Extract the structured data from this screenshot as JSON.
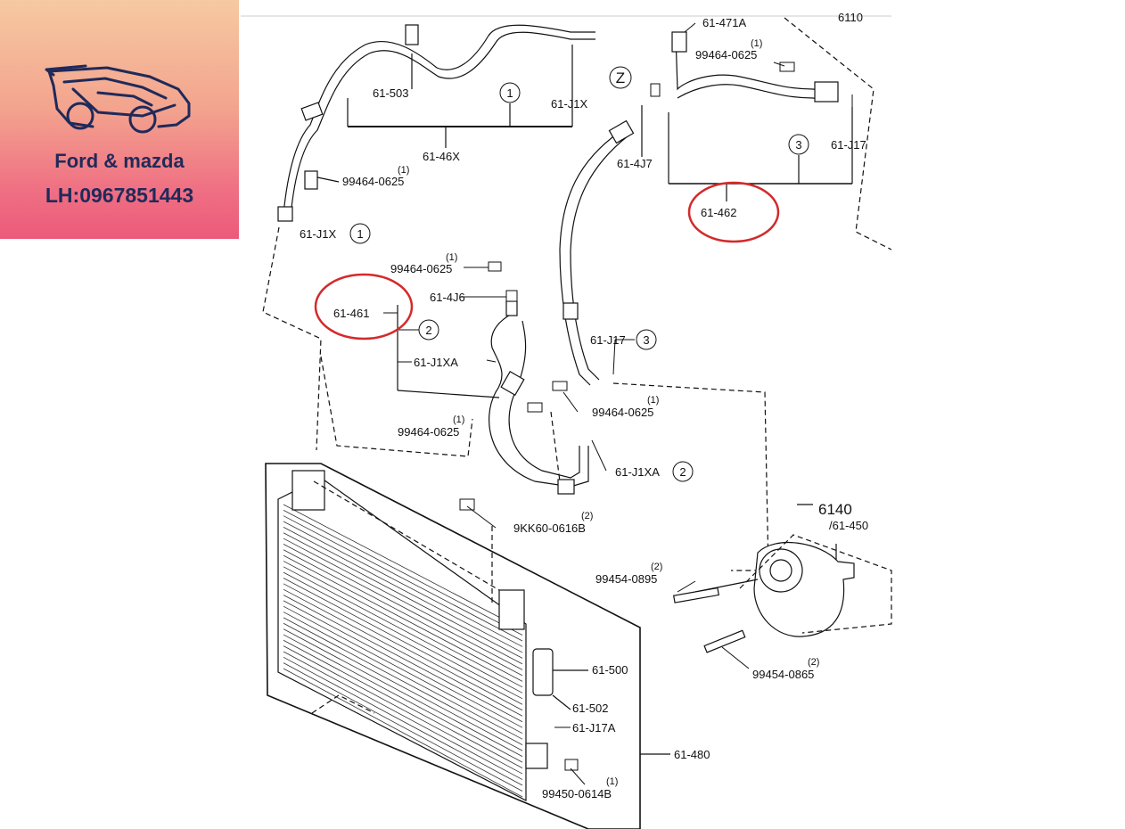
{
  "brand": {
    "line1": "Ford & mazda",
    "line2": "LH:0967851443",
    "logo_icon": "sports-car-icon",
    "gradient_top": "#f6c9a1",
    "gradient_bottom": "#ec5a7b",
    "text_color": "#1f2a5a"
  },
  "diagram": {
    "highlight_color": "#d42a2a",
    "labels": {
      "p61_503": "61-503",
      "p61_46x": "61-46X",
      "p61_j1x_top": "61-J1X",
      "p61_j1x_left": "61-J1X",
      "p99464_a": "99464-0625",
      "p99464_b": "99464-0625",
      "p99464_c": "99464-0625",
      "p99464_d": "99464-0625",
      "p99464_e": "99464-0625",
      "p61_471a": "61-471A",
      "p6110": "6110",
      "p61_4j7": "61-4J7",
      "p61_j17_top": "61-J17",
      "p61_462": "61-462",
      "p61_4j6": "61-4J6",
      "p61_461": "61-461",
      "p61_j1xa_left": "61-J1XA",
      "p61_j17_mid": "61-J17",
      "p61_j1xa_right": "61-J1XA",
      "p9kk60": "9KK60-0616B",
      "p6140": "6140",
      "p61_450": "/61-450",
      "p99454_a": "99454-0895",
      "p99454_b": "99454-0865",
      "p61_500": "61-500",
      "p61_502": "61-502",
      "p61_j17a": "61-J17A",
      "p61_480": "61-480",
      "p99450": "99450-0614B"
    },
    "quantities": {
      "q1": "(1)",
      "q2": "(2)"
    },
    "circled_refs": {
      "z": "Z",
      "one": "1",
      "two": "2",
      "three": "3"
    }
  }
}
